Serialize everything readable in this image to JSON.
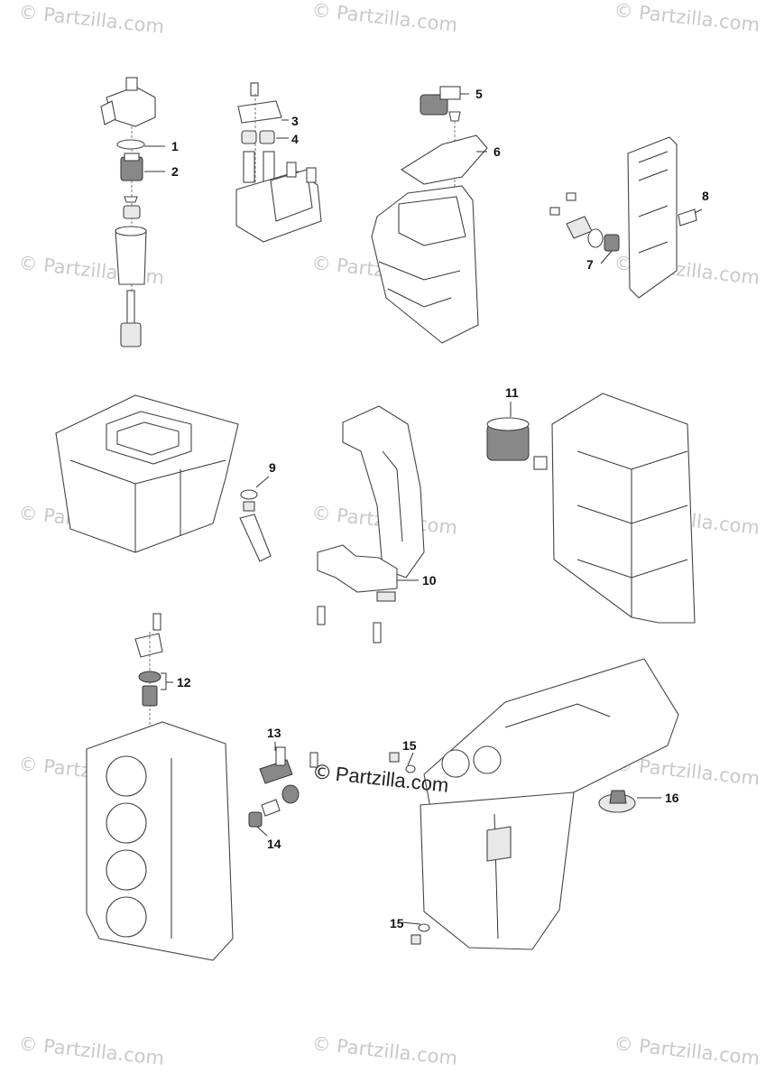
{
  "watermark": {
    "text": "© Partzilla.com"
  },
  "center_watermark": {
    "symbol": "©",
    "text": "Partzilla.com"
  },
  "callouts": [
    "1",
    "2",
    "3",
    "4",
    "5",
    "6",
    "7",
    "8",
    "9",
    "10",
    "11",
    "12",
    "13",
    "14",
    "15",
    "15",
    "16"
  ]
}
